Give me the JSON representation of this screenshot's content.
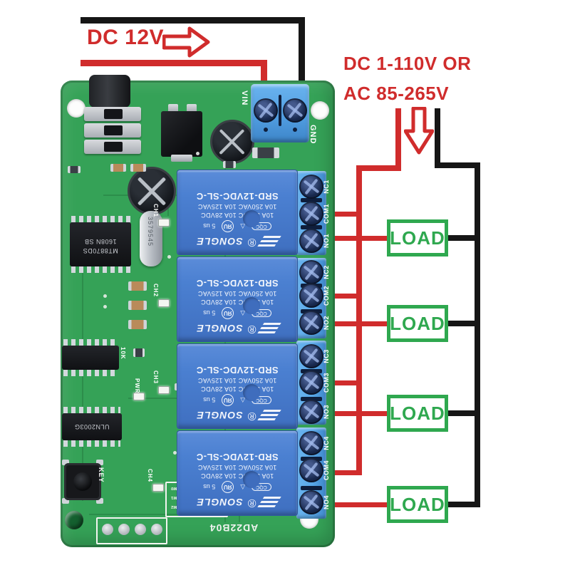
{
  "annotations": {
    "dc_input_label": "DC 12V",
    "load_supply_label_line1": "DC 1-110V OR",
    "load_supply_label_line2": "AC 85-265V",
    "load_box_labels": [
      "LOAD",
      "LOAD",
      "LOAD",
      "LOAD"
    ]
  },
  "colors": {
    "annotation_red": "#d02c2c",
    "wire_black": "#161616",
    "load_green": "#2fa84f",
    "pcb_green": "#35a257",
    "relay_blue": "#4b80d1",
    "terminal_block_blue": "#58a7e8"
  },
  "board": {
    "model_marking": "AD22B04",
    "power_terminal": {
      "positive": "VIN",
      "ground": "GND"
    },
    "relay_terminals": [
      "NC1",
      "COM1",
      "NO1",
      "NC2",
      "COM2",
      "NO2",
      "NC3",
      "COM3",
      "NO3",
      "NC4",
      "COM4",
      "NO4"
    ],
    "channel_labels": [
      "CH1",
      "CH2",
      "CH3",
      "CH4"
    ],
    "button_label": "KEY",
    "power_led_label": "PWR",
    "resistor_label": "10K",
    "jumper_labels": [
      "M0",
      "M1",
      "M2"
    ],
    "crystal_marking": "3579545",
    "ic_markings": {
      "dtmf_line1": "MT8870DS",
      "dtmf_line2": "1608N SB",
      "driver": "ULN2003G"
    }
  },
  "relay": {
    "model": "SRD-12VDC-SL-C",
    "rating_ac": "10A 250VAC 10A 125VAC",
    "rating_dc": "10A 30VDC 10A 28VDC",
    "brand": "SONGLE",
    "reg_mark": "®",
    "ul_mark": "ЯU",
    "ul_suffix": "5 us",
    "cqc_mark": "CQC",
    "triangle_mark": "△"
  }
}
